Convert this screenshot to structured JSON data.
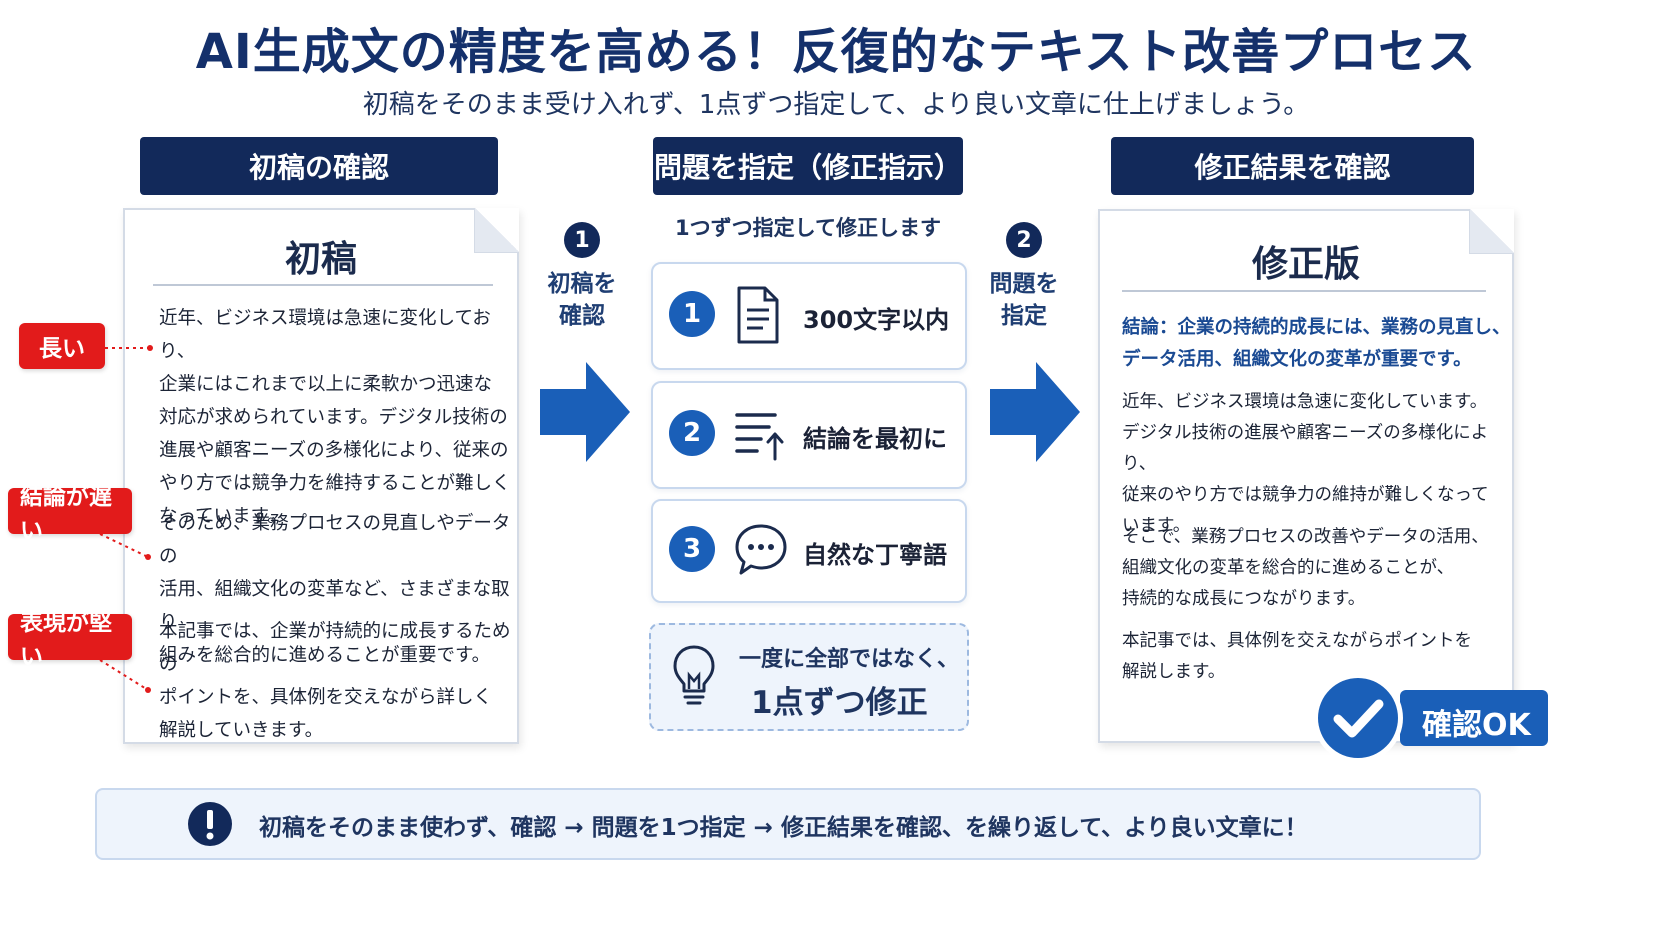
{
  "title": "AI生成文の精度を高める！反復的なテキスト改善プロセス",
  "subtitle": "初稿をそのまま受け入れず、1点ずつ指定して、より良い文章に仕上げましょう。",
  "columns": {
    "left_header": "初稿の確認",
    "middle_header": "問題を指定（修正指示）",
    "right_header": "修正結果を確認"
  },
  "draft": {
    "title": "初稿",
    "paragraphs": [
      "近年、ビジネス環境は急速に変化しており、\n企業にはこれまで以上に柔軟かつ迅速な\n対応が求められています。デジタル技術の\n進展や顧客ニーズの多様化により、従来の\nやり方では競争力を維持することが難しく\nなっています。",
      "そのため、業務プロセスの見直しやデータの\n活用、組織文化の変革など、さまざまな取り\n組みを総合的に進めることが重要です。",
      "本記事では、企業が持続的に成長するための\nポイントを、具体例を交えながら詳しく\n解説していきます。"
    ],
    "tags": [
      "長い",
      "結論が遅い",
      "表現が堅い"
    ]
  },
  "steps": [
    {
      "number": "1",
      "label": "初稿を\n確認"
    },
    {
      "number": "2",
      "label": "問題を\n指定"
    }
  ],
  "instructions": {
    "heading": "1つずつ指定して修正します",
    "items": [
      {
        "number": "1",
        "icon": "document-icon",
        "text": "300文字以内"
      },
      {
        "number": "2",
        "icon": "sort-up-icon",
        "text": "結論を最初に"
      },
      {
        "number": "3",
        "icon": "chat-bubble-icon",
        "text": "自然な丁寧語"
      }
    ],
    "tip_line1": "一度に全部ではなく、",
    "tip_line2": "1点ずつ修正"
  },
  "revised": {
    "title": "修正版",
    "conclusion": "結論：企業の持続的成長には、業務の見直し、\nデータ活用、組織文化の変革が重要です。",
    "paragraphs": [
      "近年、ビジネス環境は急速に変化しています。\nデジタル技術の進展や顧客ニーズの多様化により、\n従来のやり方では競争力の維持が難しくなって\nいます。",
      "そこで、業務プロセスの改善やデータの活用、\n組織文化の変革を総合的に進めることが、\n持続的な成長につながります。",
      "本記事では、具体例を交えながらポイントを\n解説します。"
    ],
    "ok_label": "確認OK"
  },
  "banner": {
    "text": "初稿をそのまま使わず、確認 → 問題を1つ指定 → 修正結果を確認、を繰り返して、より良い文章に！"
  },
  "colors": {
    "navy": "#12295a",
    "blue": "#1a5fb8",
    "red": "#e21b1b",
    "light_blue": "#eef4fc"
  }
}
